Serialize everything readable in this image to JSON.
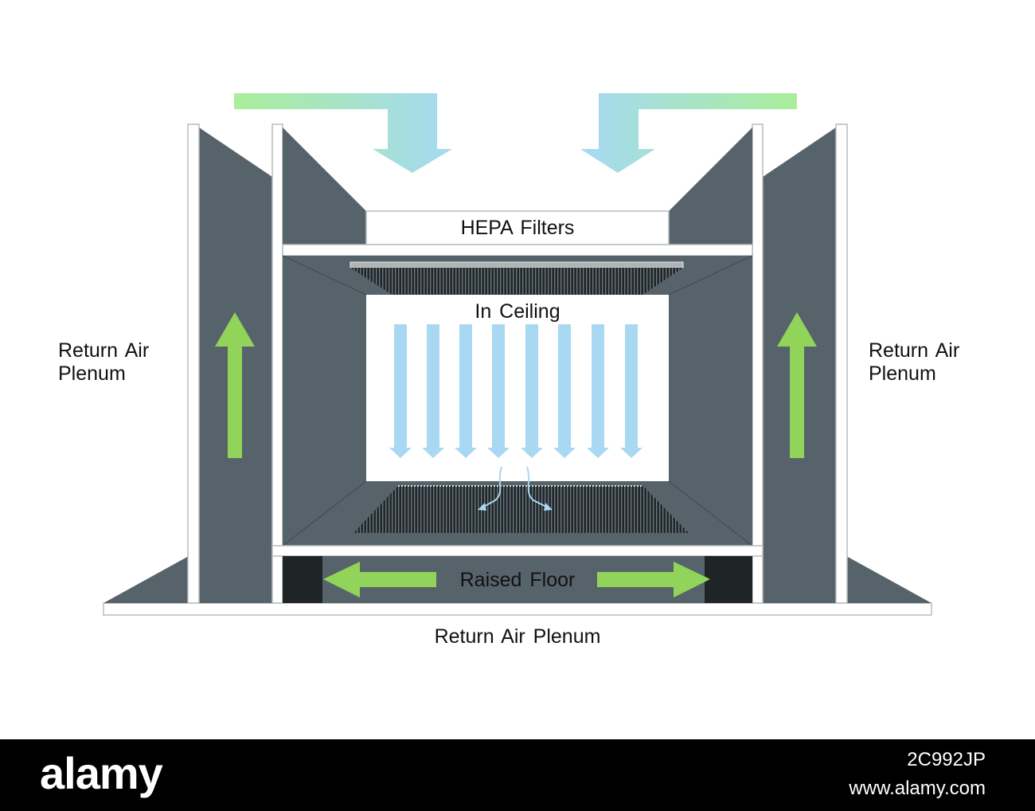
{
  "labels": {
    "hepa_filters": "HEPA Filters",
    "in_ceiling": "In Ceiling",
    "raised_floor": "Raised Floor",
    "return_air_left_line1": "Return Air",
    "return_air_left_line2": "Plenum",
    "return_air_right_line1": "Return Air",
    "return_air_right_line2": "Plenum",
    "return_air_bottom": "Return Air Plenum"
  },
  "watermark": {
    "logo": "alamy",
    "image_id": "2C992JP",
    "site": "www.alamy.com"
  },
  "colors": {
    "wall": "#57636a",
    "wall_dark": "#1f2427",
    "frame": "#ffffff",
    "outline": "#b8bcbe",
    "supply_air": "#a9d8f2",
    "return_air": "#92d35a",
    "footer": "#000000"
  },
  "icons": {
    "supply_arrow": "arrow-down-icon",
    "return_arrow": "arrow-up-icon",
    "floor_arrows": "arrow-left-right-icon"
  }
}
